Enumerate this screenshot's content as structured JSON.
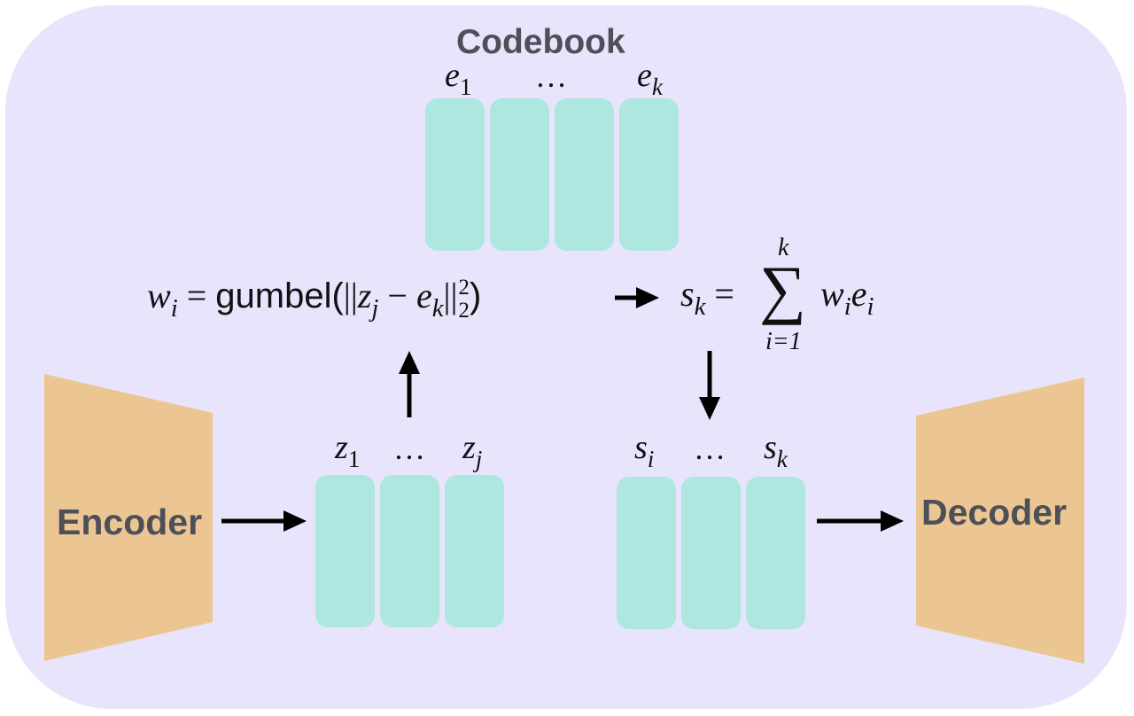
{
  "codebook": {
    "title": "Codebook",
    "first_label": "e",
    "first_sub": "1",
    "ellipsis": "…",
    "last_label": "e",
    "last_sub": "k"
  },
  "encoder": {
    "label": "Encoder"
  },
  "decoder": {
    "label": "Decoder"
  },
  "latents": {
    "first_label": "z",
    "first_sub": "1",
    "ellipsis": "…",
    "last_label": "z",
    "last_sub": "j"
  },
  "selected": {
    "first_label": "s",
    "first_sub": "i",
    "ellipsis": "…",
    "last_label": "s",
    "last_sub": "k"
  },
  "equation_left": {
    "w": "w",
    "w_sub": "i",
    "eq": "=",
    "fn": "gumbel(",
    "bars_open": "||",
    "z": "z",
    "z_sub": "j",
    "minus": "−",
    "e": "e",
    "e_sub": "k",
    "bars_close": "||",
    "sup": "2",
    "sub": "2",
    "close": ")"
  },
  "equation_right": {
    "s": "s",
    "s_sub": "k",
    "eq": "=",
    "sigma": "∑",
    "upper": "k",
    "lower": "i=1",
    "w": "w",
    "w_sub": "i",
    "e": "e",
    "e_sub": "i"
  },
  "colors": {
    "background": "#e8e4fb",
    "cell": "#aee6e0",
    "coder": "#ecc692",
    "label": "#4d4f59"
  }
}
